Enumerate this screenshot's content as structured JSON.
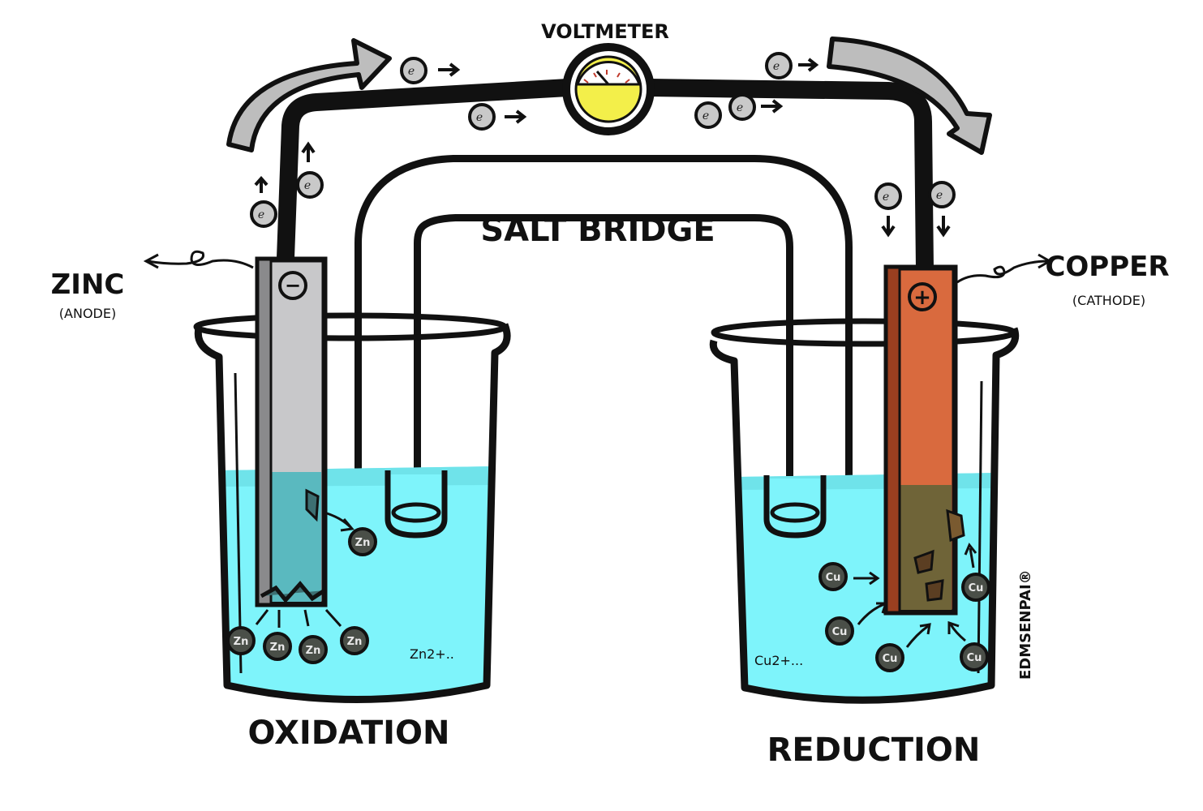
{
  "labels": {
    "voltmeter": "VOLTMETER",
    "salt_bridge": "SALT BRIDGE",
    "zinc": "ZINC",
    "anode": "(ANODE)",
    "copper": "COPPER",
    "cathode": "(CATHODE)",
    "oxidation": "OXIDATION",
    "reduction": "REDUCTION",
    "zn_ion_note": "Zn2+..",
    "cu_ion_note": "Cu2+...",
    "watermark": "EDMSENPAI®"
  },
  "symbols": {
    "electron": "e",
    "electron_sup": "-",
    "zinc_atom": "Zn",
    "copper_atom": "Cu",
    "minus": "−",
    "plus": "+"
  },
  "colors": {
    "outline": "#111111",
    "solution": "#7ef4fb",
    "solution_top": "#6fe3ea",
    "zinc_electrode": "#c8c8ca",
    "zinc_submerged": "#5ab9bf",
    "copper_electrode": "#d96a3e",
    "copper_submerged": "#6f6438",
    "arrow_fill": "#bdbdbd",
    "electron_fill": "#c9c9c9",
    "voltmeter_face": "#f3ef4a",
    "ion_fill": "#4a4f48"
  }
}
